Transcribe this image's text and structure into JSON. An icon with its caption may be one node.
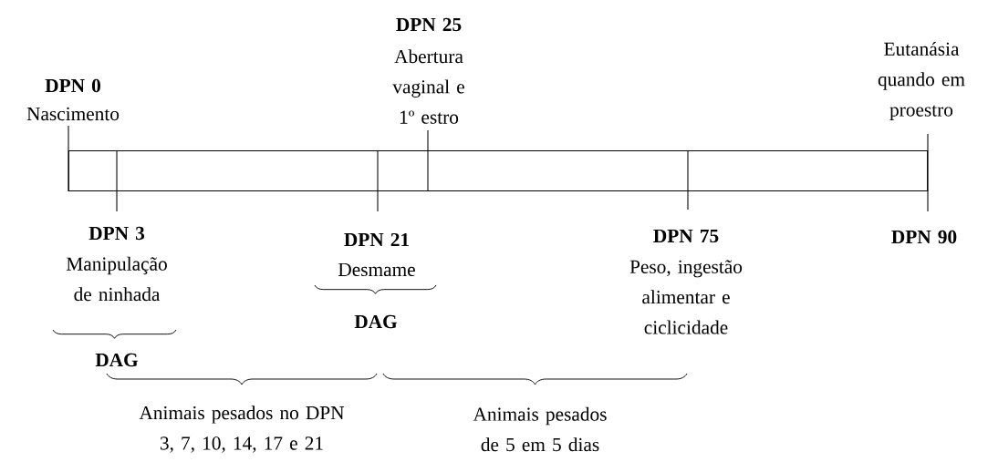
{
  "diagram": {
    "nodes": [
      {
        "text": [],
        "shape": "bar"
      }
    ],
    "labels": [
      "DPN 25",
      "Abertura vaginal e 1º estro",
      "Eutanásia quando em proestro",
      "DPN 0",
      "Nascimento",
      "DPN 3",
      "Manipulação de ninhada",
      "DPN 21",
      "Desmame",
      "DPN 75",
      "Peso, ingestão alimentar e ciclicidade",
      "DPN 90",
      "DAG",
      "DAG",
      "Animais pesados no DPN 3, 7, 10, 14, 17 e 21",
      "Animais pesados de 5 em 5 dias"
    ]
  }
}
